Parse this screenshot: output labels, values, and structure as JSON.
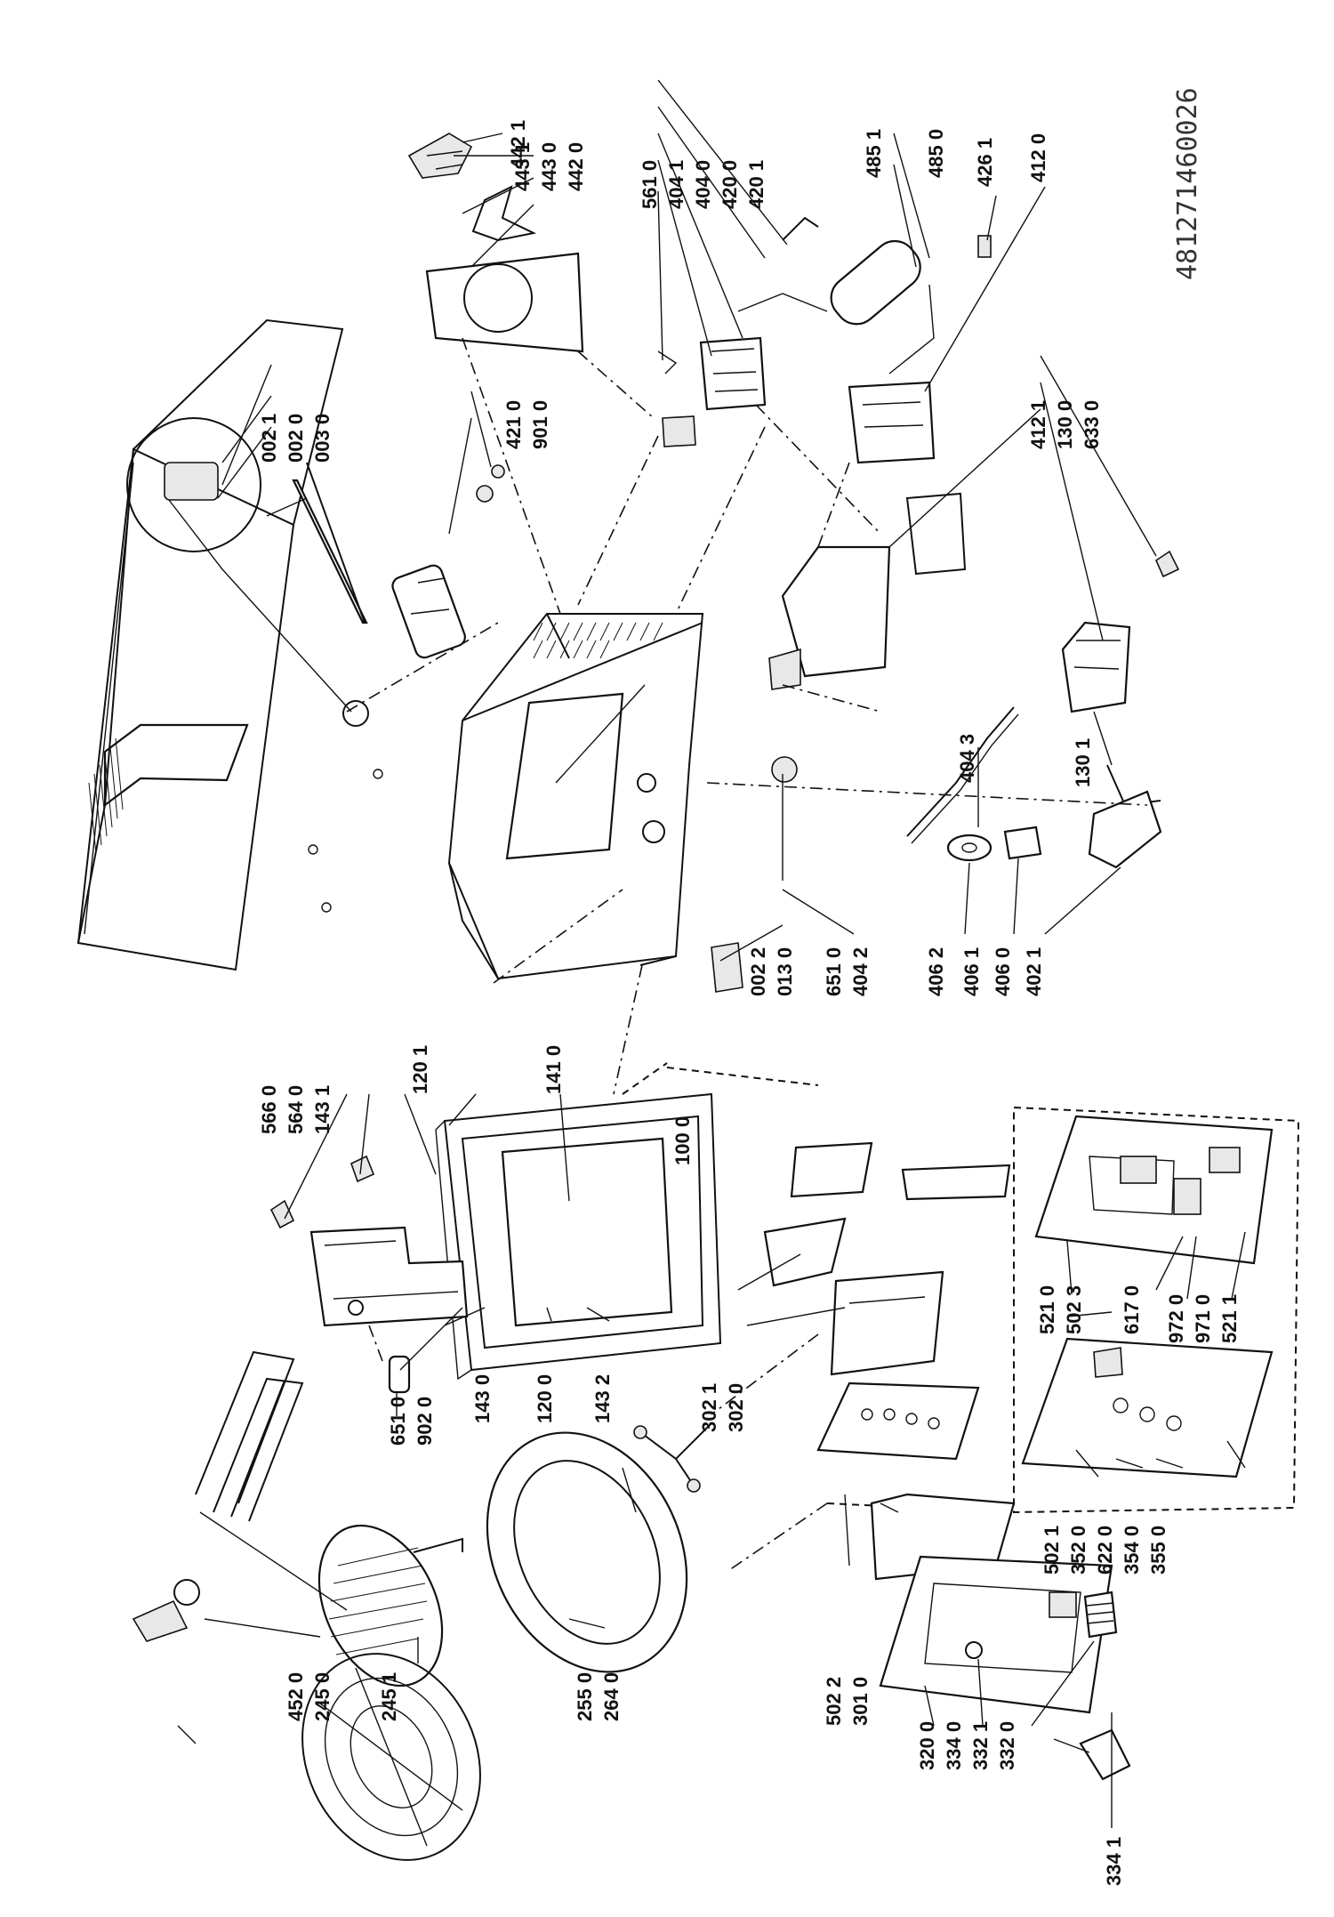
{
  "document_code": "481271460026",
  "groups": [
    {
      "id": "g_cover",
      "labels": [
        "002 1",
        "002 0",
        "003 0"
      ]
    },
    {
      "id": "g_fan",
      "labels": [
        "443 1",
        "443 0",
        "442 0"
      ]
    },
    {
      "id": "g_fan2",
      "labels": [
        "442 1"
      ]
    },
    {
      "id": "g_motor",
      "labels": [
        "421 0",
        "901 0"
      ]
    },
    {
      "id": "g_mag",
      "labels": [
        "561 0",
        "404 1",
        "404 0",
        "420 0",
        "420 1"
      ]
    },
    {
      "id": "g_cap",
      "labels": [
        "485 1",
        "485 0"
      ]
    },
    {
      "id": "g_diode",
      "labels": [
        "426 1"
      ]
    },
    {
      "id": "g_trans",
      "labels": [
        "412 0"
      ]
    },
    {
      "id": "g_base",
      "labels": [
        "412 1",
        "130 0",
        "633 0"
      ]
    },
    {
      "id": "g_4043",
      "labels": [
        "404 3"
      ]
    },
    {
      "id": "g_1301",
      "labels": [
        "130 1"
      ]
    },
    {
      "id": "g_cav1",
      "labels": [
        "002 2",
        "013 0"
      ]
    },
    {
      "id": "g_cav2",
      "labels": [
        "651 0",
        "404 2"
      ]
    },
    {
      "id": "g_drive",
      "labels": [
        "406 2",
        "406 1",
        "406 0",
        "402 1"
      ]
    },
    {
      "id": "g_door",
      "labels": [
        "566 0",
        "564 0",
        "143 1"
      ]
    },
    {
      "id": "g_1201",
      "labels": [
        "120 1"
      ]
    },
    {
      "id": "g_1410",
      "labels": [
        "141 0"
      ]
    },
    {
      "id": "g_1000",
      "labels": [
        "100 0"
      ]
    },
    {
      "id": "g_lamp",
      "labels": [
        "651 0",
        "902 0"
      ]
    },
    {
      "id": "g_1430",
      "labels": [
        "143 0"
      ]
    },
    {
      "id": "g_1200",
      "labels": [
        "120 0"
      ]
    },
    {
      "id": "g_1432",
      "labels": [
        "143 2"
      ]
    },
    {
      "id": "g_pcb",
      "labels": [
        "521 0",
        "502 3"
      ]
    },
    {
      "id": "g_6170",
      "labels": [
        "617 0"
      ]
    },
    {
      "id": "g_relay",
      "labels": [
        "972 0",
        "971 0",
        "521 1"
      ]
    },
    {
      "id": "g_bracket",
      "labels": [
        "302 1",
        "302 0"
      ]
    },
    {
      "id": "g_ctrl",
      "labels": [
        "502 1",
        "352 0",
        "622 0",
        "354 0",
        "355 0"
      ]
    },
    {
      "id": "g_grill",
      "labels": [
        "452 0",
        "245 0"
      ]
    },
    {
      "id": "g_rack",
      "labels": [
        "245 1"
      ]
    },
    {
      "id": "g_plate",
      "labels": [
        "255 0",
        "264 0"
      ]
    },
    {
      "id": "g_panel",
      "labels": [
        "502 2",
        "301 0"
      ]
    },
    {
      "id": "g_knob",
      "labels": [
        "320 0",
        "334 0",
        "332 1",
        "332 0"
      ]
    },
    {
      "id": "g_3341",
      "labels": [
        "334 1"
      ]
    }
  ]
}
